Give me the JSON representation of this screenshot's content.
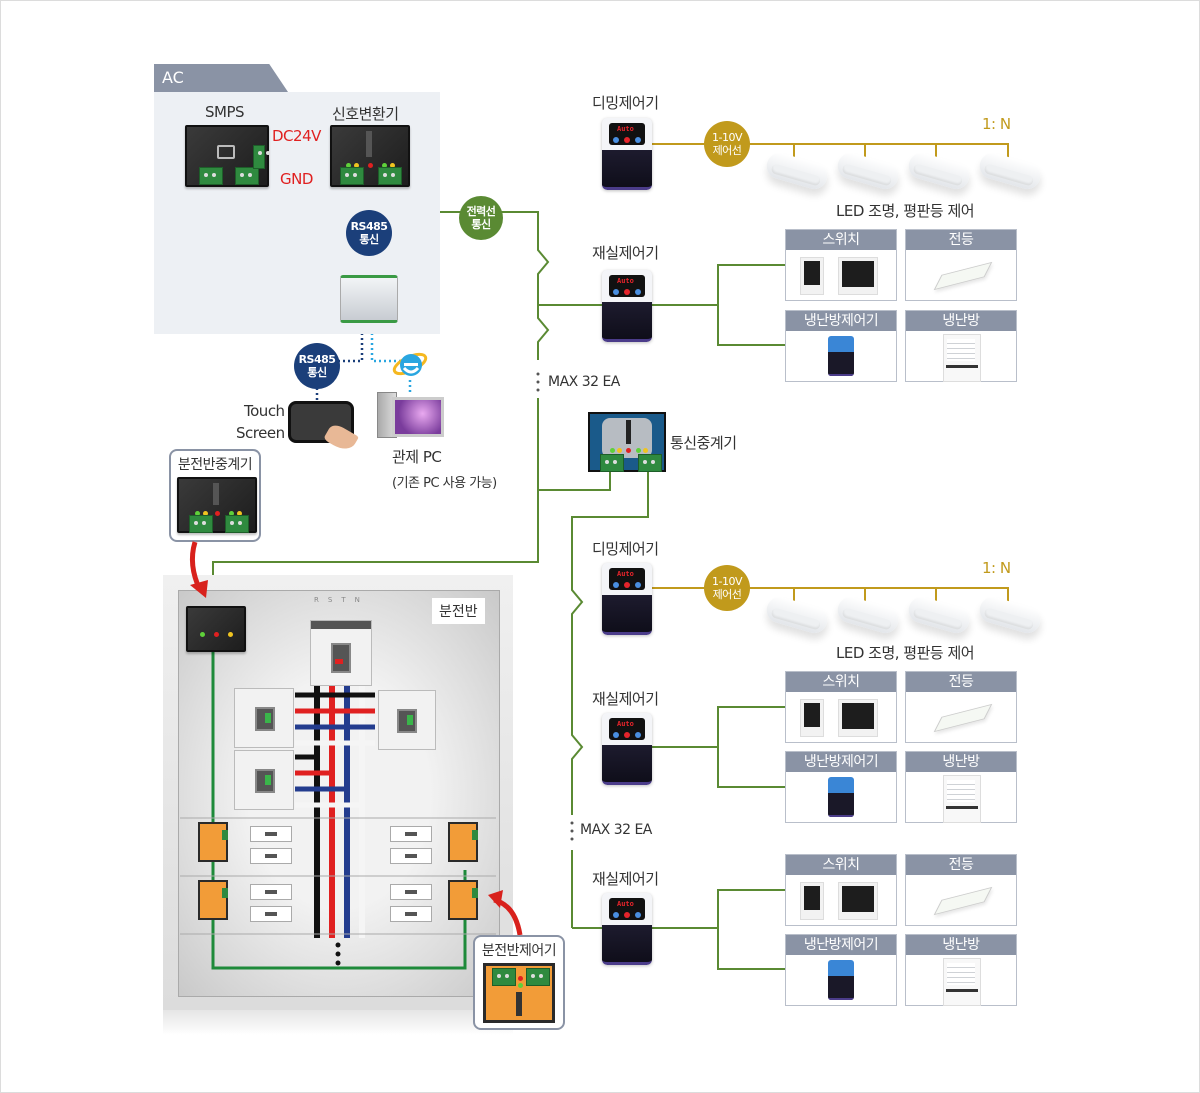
{
  "colors": {
    "power_line_green": "#5a8a33",
    "dimming_line_gold": "#c19a1c",
    "rs485_blue": "#1b3f7a",
    "header_gray": "#8a93a5",
    "dc_red": "#e02020"
  },
  "ac_section": {
    "tab_label": "AC",
    "smps_label": "SMPS",
    "converter_label": "신호변환기",
    "dc_label": "DC24V",
    "gnd_label": "GND",
    "rs485_badge": [
      "RS485",
      "통신"
    ]
  },
  "control_side": {
    "rs485_badge": [
      "RS485",
      "통신"
    ],
    "touch_screen_label": [
      "Touch",
      "Screen"
    ],
    "control_pc_label": "관제 PC",
    "control_pc_note": "(기존 PC 사용 가능)",
    "browser_icon": "internet-explorer-icon"
  },
  "plc_badge": [
    "전력선",
    "통신"
  ],
  "upper_bus": {
    "dimming": {
      "label": "디밍제어기",
      "screen_text": "Auto",
      "badge": [
        "1-10V",
        "제어선"
      ],
      "ratio": "1: N",
      "caption": "LED 조명, 평판등 제어",
      "lamp_count": 4
    },
    "room": {
      "label": "재실제어기",
      "screen_text": "Auto",
      "cards": [
        {
          "title": "스위치",
          "icon": "wall-switch-icon"
        },
        {
          "title": "전등",
          "icon": "flat-panel-light-icon"
        },
        {
          "title": "냉난방제어기",
          "icon": "hvac-controller-icon"
        },
        {
          "title": "냉난방",
          "icon": "air-conditioner-icon"
        }
      ]
    },
    "max_label": "MAX 32 EA"
  },
  "repeater_label": "통신중계기",
  "lower_bus": {
    "dimming": {
      "label": "디밍제어기",
      "screen_text": "Auto",
      "badge": [
        "1-10V",
        "제어선"
      ],
      "ratio": "1: N",
      "caption": "LED 조명, 평판등 제어"
    },
    "room1": {
      "label": "재실제어기",
      "screen_text": "Auto",
      "cards": [
        {
          "title": "스위치"
        },
        {
          "title": "전등"
        },
        {
          "title": "냉난방제어기"
        },
        {
          "title": "냉난방"
        }
      ]
    },
    "max_label": "MAX 32 EA",
    "room2": {
      "label": "재실제어기",
      "screen_text": "Auto",
      "cards": [
        {
          "title": "스위치"
        },
        {
          "title": "전등"
        },
        {
          "title": "냉난방제어기"
        },
        {
          "title": "냉난방"
        }
      ]
    }
  },
  "distribution": {
    "panel_label": "분전반",
    "relay_callout": "분전반중계기",
    "controller_callout": "분전반제어기",
    "phase_labels": [
      "R",
      "S",
      "T",
      "N"
    ]
  }
}
